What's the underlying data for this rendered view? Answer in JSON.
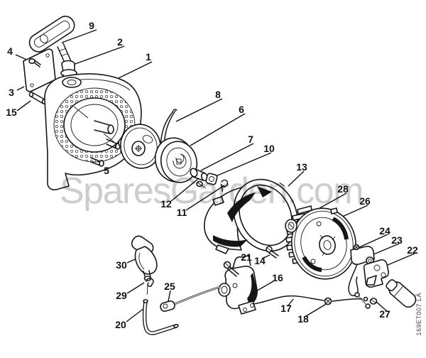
{
  "watermark": {
    "text": "SparesGarden.com",
    "color": "#cdcdcd"
  },
  "footer": {
    "code": "169ET007 LÄ"
  },
  "colors": {
    "background": "#ffffff",
    "line": "#161616",
    "label": "#111111"
  },
  "callouts": {
    "c1": "1",
    "c2": "2",
    "c3": "3",
    "c4": "4",
    "c5": "5",
    "c6": "6",
    "c7": "7",
    "c8": "8",
    "c9": "9",
    "c10": "10",
    "c11": "11",
    "c12": "12",
    "c13": "13",
    "c14": "14",
    "c15": "15",
    "c16": "16",
    "c17": "17",
    "c18": "18",
    "c20": "20",
    "c21": "21",
    "c22": "22",
    "c23": "23",
    "c24": "24",
    "c25": "25",
    "c26": "26",
    "c27": "27",
    "c28": "28",
    "c29": "29",
    "c30": "30"
  }
}
